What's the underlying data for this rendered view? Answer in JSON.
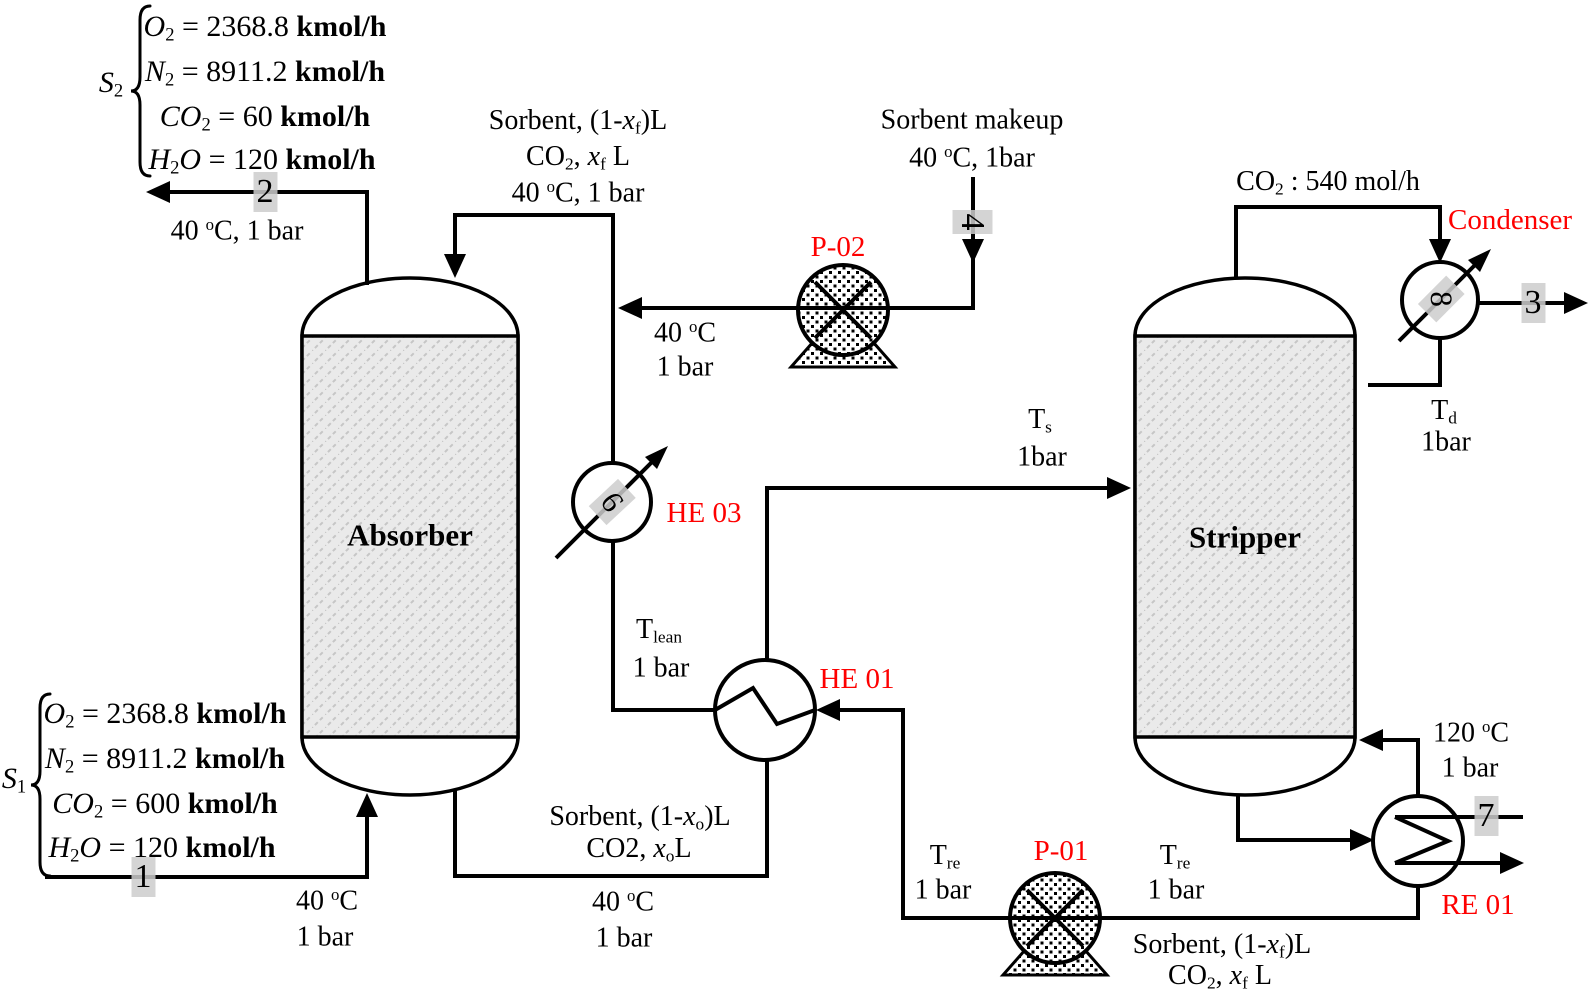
{
  "colors": {
    "accent_red": "#fe0000",
    "line_black": "#000000",
    "highlight_gray": "#d9d9d9",
    "vessel_fill": "#eaeaea",
    "hatch_line": "#c6c6c6"
  },
  "columns": {
    "absorber": "Absorber",
    "stripper": "Stripper"
  },
  "equipment_labels": {
    "p01": "P-01",
    "p02": "P-02",
    "he01": "HE 01",
    "he03": "HE 03",
    "re01": "RE 01",
    "condenser": "Condenser"
  },
  "stream_numbers": {
    "n1": "1",
    "n2": "2",
    "n3": "3",
    "n4": "4",
    "n6": "6",
    "n7": "7",
    "n8": "8"
  },
  "s2": {
    "tag": [
      {
        "t": "S",
        "s": "i"
      },
      {
        "t": "2",
        "s": "sub"
      }
    ],
    "rows": [
      [
        {
          "t": "O",
          "s": "i"
        },
        {
          "t": "2",
          "s": "sub"
        },
        {
          "t": " = "
        },
        {
          "t": "2368.8 "
        },
        {
          "t": "kmol/h",
          "s": "b"
        }
      ],
      [
        {
          "t": "N",
          "s": "i"
        },
        {
          "t": "2",
          "s": "sub"
        },
        {
          "t": " = "
        },
        {
          "t": "8911.2 "
        },
        {
          "t": "kmol/h",
          "s": "b"
        }
      ],
      [
        {
          "t": "CO",
          "s": "i"
        },
        {
          "t": "2",
          "s": "sub"
        },
        {
          "t": " = "
        },
        {
          "t": "60 "
        },
        {
          "t": "kmol/h",
          "s": "b"
        }
      ],
      [
        {
          "t": "H",
          "s": "i"
        },
        {
          "t": "2",
          "s": "sub"
        },
        {
          "t": "O",
          "s": "i"
        },
        {
          "t": " = "
        },
        {
          "t": "120 "
        },
        {
          "t": "kmol/h",
          "s": "b"
        }
      ]
    ]
  },
  "s1": {
    "tag": [
      {
        "t": "S",
        "s": "i"
      },
      {
        "t": "1",
        "s": "sub"
      }
    ],
    "rows": [
      [
        {
          "t": "O",
          "s": "i"
        },
        {
          "t": "2",
          "s": "sub"
        },
        {
          "t": " = "
        },
        {
          "t": "2368.8 "
        },
        {
          "t": "kmol/h",
          "s": "b"
        }
      ],
      [
        {
          "t": "N",
          "s": "i"
        },
        {
          "t": "2",
          "s": "sub"
        },
        {
          "t": " = "
        },
        {
          "t": "8911.2 "
        },
        {
          "t": "kmol/h",
          "s": "b"
        }
      ],
      [
        {
          "t": "CO",
          "s": "i"
        },
        {
          "t": "2",
          "s": "sub"
        },
        {
          "t": " = "
        },
        {
          "t": "600 "
        },
        {
          "t": "kmol/h",
          "s": "b"
        }
      ],
      [
        {
          "t": "H",
          "s": "i"
        },
        {
          "t": "2",
          "s": "sub"
        },
        {
          "t": "O",
          "s": "i"
        },
        {
          "t": " = "
        },
        {
          "t": "120 "
        },
        {
          "t": "kmol/h",
          "s": "b"
        }
      ]
    ]
  },
  "labels": {
    "stream2_cond": [
      {
        "t": "40 "
      },
      {
        "t": "o",
        "s": "sup"
      },
      {
        "t": "C, 1 bar"
      }
    ],
    "lean_line1": [
      {
        "t": "Sorbent, (1-"
      },
      {
        "t": "x",
        "s": "i"
      },
      {
        "t": "f",
        "s": "sub"
      },
      {
        "t": ")L"
      }
    ],
    "lean_line2": [
      {
        "t": "CO"
      },
      {
        "t": "2",
        "s": "sub"
      },
      {
        "t": ",  "
      },
      {
        "t": "x",
        "s": "i"
      },
      {
        "t": "f",
        "s": "sub"
      },
      {
        "t": " L"
      }
    ],
    "lean_line3": [
      {
        "t": "40 "
      },
      {
        "t": "o",
        "s": "sup"
      },
      {
        "t": "C, 1 bar"
      }
    ],
    "makeup_title": [
      {
        "t": "Sorbent makeup"
      }
    ],
    "makeup_cond": [
      {
        "t": "40 "
      },
      {
        "t": "o",
        "s": "sup"
      },
      {
        "t": "C, 1bar"
      }
    ],
    "p02_t": [
      {
        "t": "40 "
      },
      {
        "t": "o",
        "s": "sup"
      },
      {
        "t": "C"
      }
    ],
    "p02_p": [
      {
        "t": "1 bar"
      }
    ],
    "tlean": [
      {
        "t": "T"
      },
      {
        "t": "lean",
        "s": "sub"
      }
    ],
    "tlean_p": [
      {
        "t": "1 bar"
      }
    ],
    "ts": [
      {
        "t": "T"
      },
      {
        "t": "s",
        "s": "sub"
      }
    ],
    "ts_p": [
      {
        "t": "1bar"
      }
    ],
    "co2_out": [
      {
        "t": "CO"
      },
      {
        "t": "2",
        "s": "sub"
      },
      {
        "t": " : 540 mol/h"
      }
    ],
    "td": [
      {
        "t": "T"
      },
      {
        "t": "d",
        "s": "sub"
      }
    ],
    "td_p": [
      {
        "t": "1bar"
      }
    ],
    "temp120": [
      {
        "t": "120 "
      },
      {
        "t": "o",
        "s": "sup"
      },
      {
        "t": "C"
      }
    ],
    "temp120_p": [
      {
        "t": "1 bar"
      }
    ],
    "tre_left": [
      {
        "t": "T"
      },
      {
        "t": "re",
        "s": "sub"
      }
    ],
    "tre_left_p": [
      {
        "t": "1 bar"
      }
    ],
    "tre_right": [
      {
        "t": "T"
      },
      {
        "t": "re",
        "s": "sub"
      }
    ],
    "tre_right_p": [
      {
        "t": "1 bar"
      }
    ],
    "fat_line1": [
      {
        "t": "Sorbent, (1-"
      },
      {
        "t": "x",
        "s": "i"
      },
      {
        "t": "f",
        "s": "sub"
      },
      {
        "t": ")L"
      }
    ],
    "fat_line2": [
      {
        "t": "CO"
      },
      {
        "t": "2",
        "s": "sub"
      },
      {
        "t": ",  "
      },
      {
        "t": "x",
        "s": "i"
      },
      {
        "t": "f",
        "s": "sub"
      },
      {
        "t": " L"
      }
    ],
    "rich_line1": [
      {
        "t": "Sorbent, (1-"
      },
      {
        "t": "x",
        "s": "i"
      },
      {
        "t": "o",
        "s": "sub"
      },
      {
        "t": ")L"
      }
    ],
    "rich_line2": [
      {
        "t": "CO2,  "
      },
      {
        "t": "x",
        "s": "i"
      },
      {
        "t": "o",
        "s": "sub"
      },
      {
        "t": "L"
      }
    ],
    "rich_t": [
      {
        "t": "40 "
      },
      {
        "t": "o",
        "s": "sup"
      },
      {
        "t": "C"
      }
    ],
    "rich_p": [
      {
        "t": "1 bar"
      }
    ],
    "stream1_t": [
      {
        "t": "40 "
      },
      {
        "t": "o",
        "s": "sup"
      },
      {
        "t": "C"
      }
    ],
    "stream1_p": [
      {
        "t": "1 bar"
      }
    ]
  }
}
